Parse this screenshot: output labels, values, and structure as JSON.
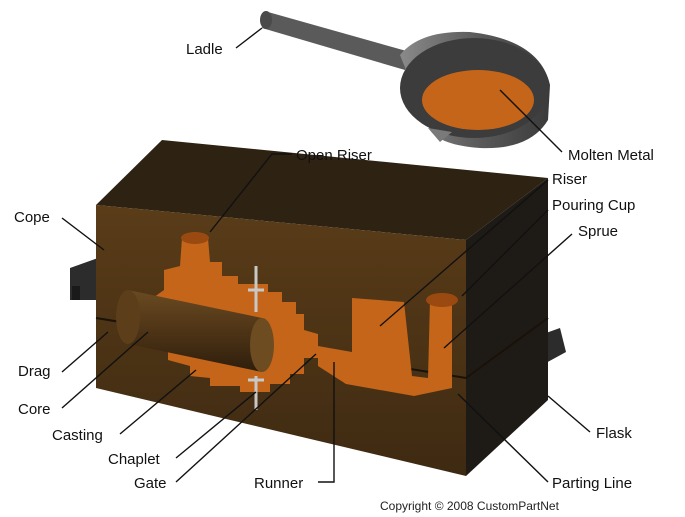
{
  "labels": {
    "ladle": "Ladle",
    "molten_metal": "Molten Metal",
    "open_riser": "Open Riser",
    "riser": "Riser",
    "pouring_cup": "Pouring Cup",
    "sprue": "Sprue",
    "cope": "Cope",
    "drag": "Drag",
    "core": "Core",
    "casting": "Casting",
    "chaplet": "Chaplet",
    "gate": "Gate",
    "runner": "Runner",
    "flask": "Flask",
    "parting_line": "Parting Line"
  },
  "copyright": "Copyright © 2008 CustomPartNet",
  "colors": {
    "sand": "#4a3216",
    "sand_top": "#2e2212",
    "sand_dark": "#1e1a16",
    "molten": "#c4651a",
    "ladle": "#6e6e6e",
    "flask_steel": "#3a3a3a"
  }
}
